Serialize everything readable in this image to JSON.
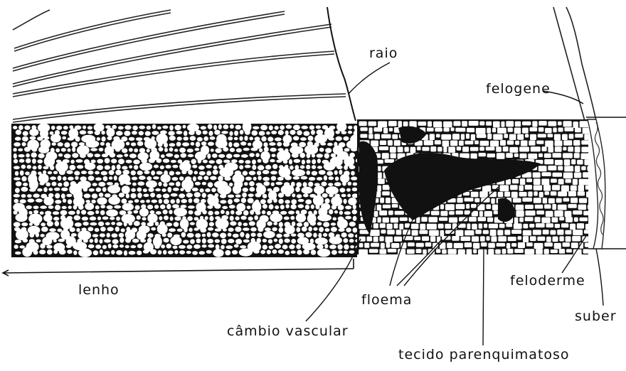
{
  "labels": {
    "raio": "raio",
    "felogene": "felogene",
    "lenho": "lenho",
    "floema": "floema",
    "feloderme": "feloderme",
    "suber": "suber",
    "cambio_vascular": "câmbio vascular",
    "tecido_parenquimatoso": "tecido parenquimatoso"
  },
  "colors": {
    "ink": "#111111",
    "paper": "#ffffff"
  }
}
